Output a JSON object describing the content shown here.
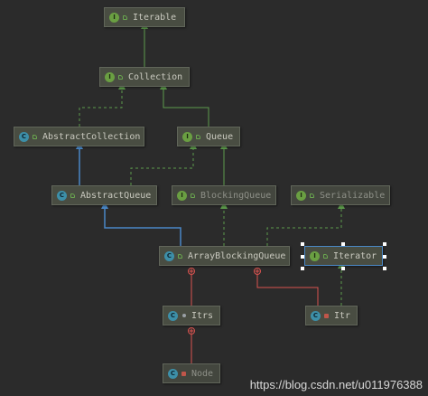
{
  "nodes": {
    "iterable": {
      "label": "Iterable",
      "kind": "I"
    },
    "collection": {
      "label": "Collection",
      "kind": "I"
    },
    "abstract_collection": {
      "label": "AbstractCollection",
      "kind": "C"
    },
    "queue": {
      "label": "Queue",
      "kind": "I"
    },
    "abstract_queue": {
      "label": "AbstractQueue",
      "kind": "C"
    },
    "blocking_queue": {
      "label": "BlockingQueue",
      "kind": "I"
    },
    "serializable": {
      "label": "Serializable",
      "kind": "I"
    },
    "array_blocking_queue": {
      "label": "ArrayBlockingQueue",
      "kind": "C"
    },
    "iterator": {
      "label": "Iterator",
      "kind": "I"
    },
    "itrs": {
      "label": "Itrs",
      "kind": "C"
    },
    "itr": {
      "label": "Itr",
      "kind": "C"
    },
    "node": {
      "label": "Node",
      "kind": "C"
    }
  },
  "colors": {
    "implements": "#5d9b4c",
    "extends": "#4a88c7",
    "inner": "#d9534f"
  },
  "watermark": "https://blog.csdn.net/u011976388"
}
